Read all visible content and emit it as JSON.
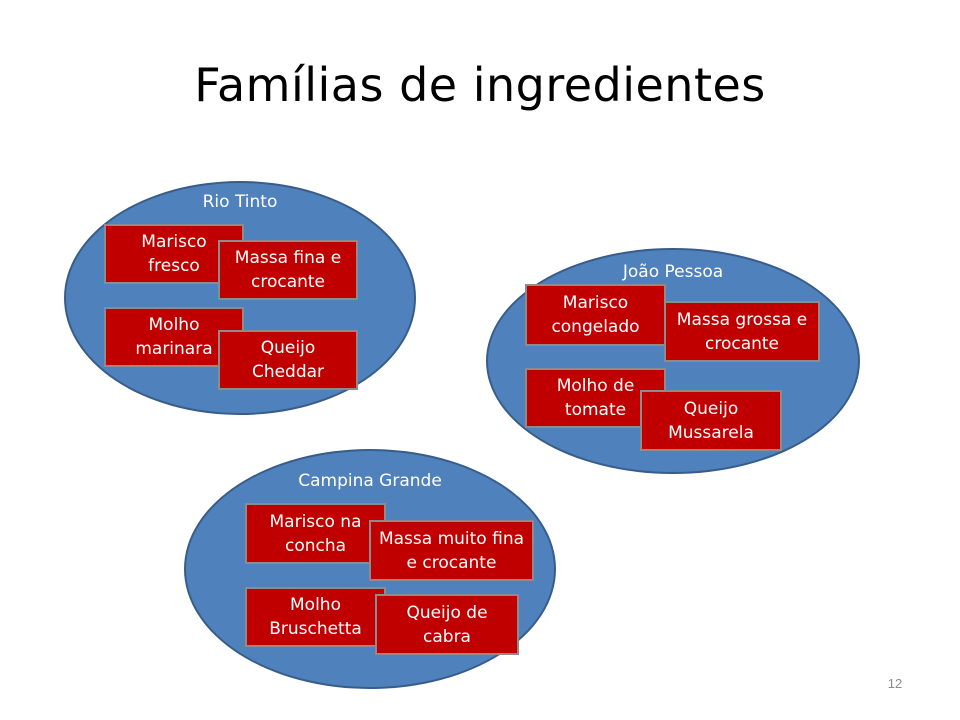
{
  "slide": {
    "title": "Famílias de ingredientes",
    "page_number": "12"
  },
  "colors": {
    "family_fill": "#4f81bd",
    "family_border": "#385d8a",
    "card_fill": "#c00000",
    "text": "#ffffff"
  },
  "families": {
    "rio_tinto": {
      "name": "Rio Tinto",
      "marisco": "Marisco fresco",
      "massa": "Massa fina e crocante",
      "molho": "Molho marinara",
      "queijo": "Queijo Cheddar"
    },
    "joao_pessoa": {
      "name": "João Pessoa",
      "marisco": "Marisco congelado",
      "massa": "Massa grossa e crocante",
      "molho": "Molho de tomate",
      "queijo": "Queijo Mussarela"
    },
    "campina_grande": {
      "name": "Campina Grande",
      "marisco": "Marisco na concha",
      "massa": "Massa muito fina e crocante",
      "molho": "Molho Bruschetta",
      "queijo": "Queijo de cabra"
    }
  }
}
